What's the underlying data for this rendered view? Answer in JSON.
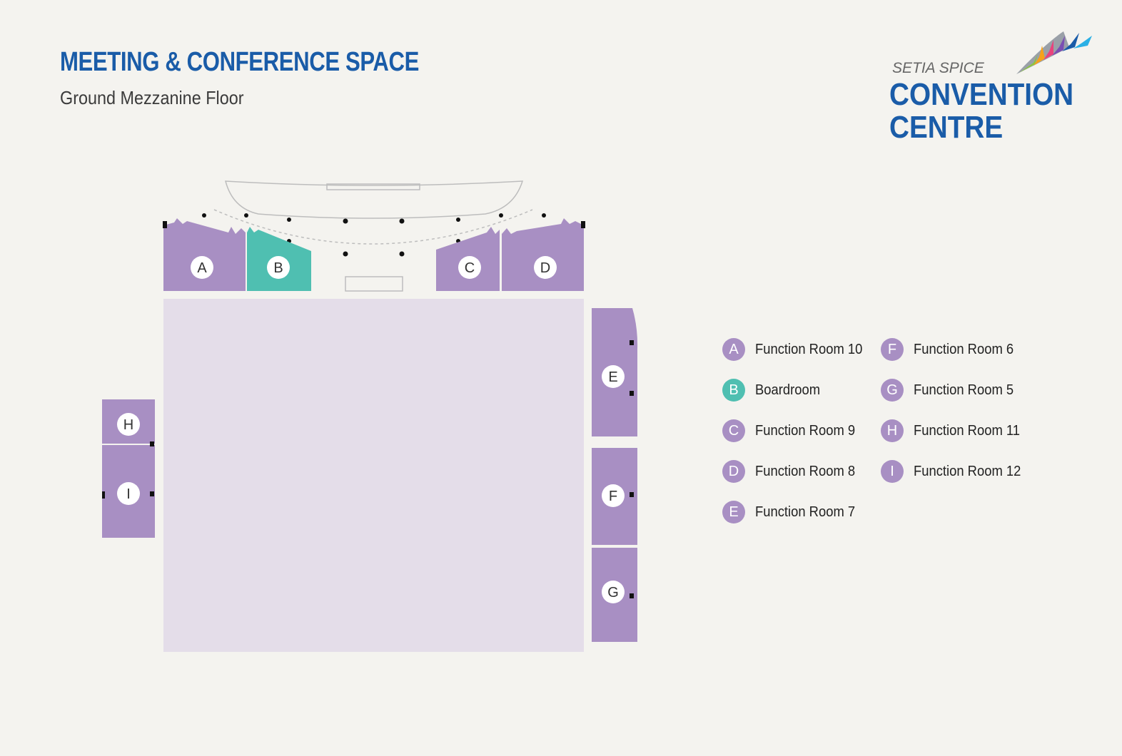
{
  "header": {
    "title": "MEETING & CONFERENCE SPACE",
    "subtitle": "Ground Mezzanine Floor"
  },
  "logo": {
    "line_top": "SETIA SPICE",
    "line_1": "CONVENTION",
    "line_2": "CENTRE",
    "icon": "sail-fan-logo-icon"
  },
  "colors": {
    "function_room": "#a88fc3",
    "boardroom": "#4fbfb1",
    "main_hall": "#e4dde9",
    "title": "#1a5ca8"
  },
  "rooms": [
    {
      "letter": "A",
      "name": "Function Room 10",
      "type": "function_room"
    },
    {
      "letter": "B",
      "name": "Boardroom",
      "type": "boardroom"
    },
    {
      "letter": "C",
      "name": "Function Room 9",
      "type": "function_room"
    },
    {
      "letter": "D",
      "name": "Function Room 8",
      "type": "function_room"
    },
    {
      "letter": "E",
      "name": "Function Room 7",
      "type": "function_room"
    },
    {
      "letter": "F",
      "name": "Function Room 6",
      "type": "function_room"
    },
    {
      "letter": "G",
      "name": "Function Room 5",
      "type": "function_room"
    },
    {
      "letter": "H",
      "name": "Function Room 11",
      "type": "function_room"
    },
    {
      "letter": "I",
      "name": "Function Room 12",
      "type": "function_room"
    }
  ]
}
